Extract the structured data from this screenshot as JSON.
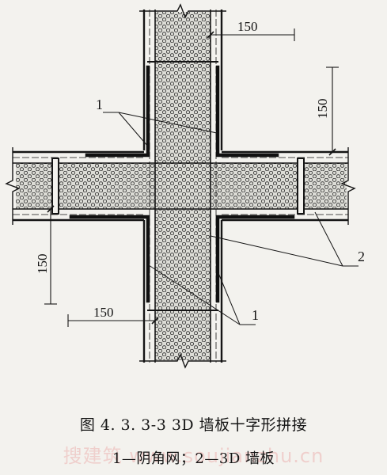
{
  "figure": {
    "title": "图 4. 3. 3-3   3D 墙板十字形拼接",
    "legend": "1—阴角网；2—3D 墙板",
    "dimensions": {
      "top_right_width": "150",
      "right_vertical": "150",
      "left_vertical": "150",
      "bottom_left_width": "150"
    },
    "callouts": {
      "upper_mesh": "1",
      "lower_mesh": "1",
      "wall_panel": "2"
    }
  },
  "watermark": "搜建筑  www.soujianzhu.cn",
  "colors": {
    "background": "#f3f2ee",
    "line": "#151515",
    "core_fill": "#dcdcd6",
    "cell_stroke": "#2a2a2a"
  }
}
